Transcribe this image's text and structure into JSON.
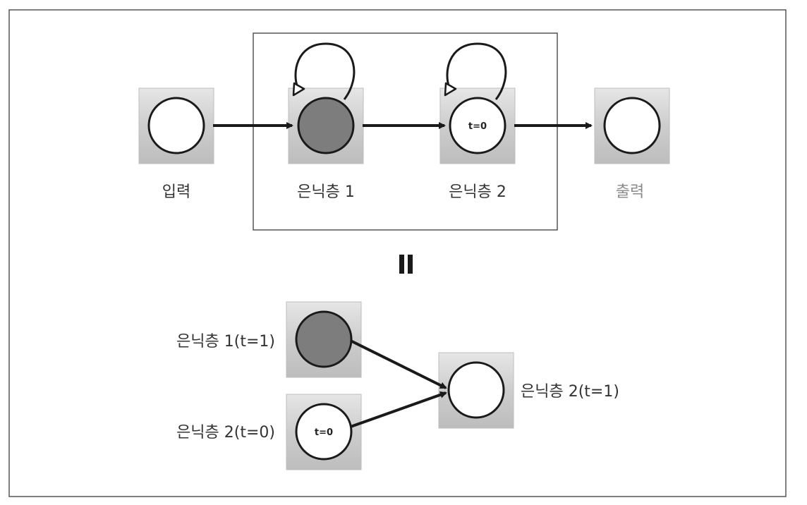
{
  "top": {
    "input_label": "입력",
    "hidden1_label": "은닉층 1",
    "hidden2_label": "은닉층 2",
    "output_label": "출력",
    "hidden2_node_text": "t=0"
  },
  "equals_sign": "II",
  "bottom": {
    "hidden1_t1_label": "은닉층 1(t=1)",
    "hidden2_t0_label": "은닉층 2(t=0)",
    "hidden2_t1_label": "은닉층 2(t=1)",
    "hidden2_t0_node_text": "t=0"
  },
  "colors": {
    "node_fill_active": "#7d7d7d",
    "node_fill_empty": "#ffffff",
    "box_fill": "#c9c9c9",
    "stroke": "#1a1a1a",
    "output_label_color": "#8a8a8a"
  }
}
